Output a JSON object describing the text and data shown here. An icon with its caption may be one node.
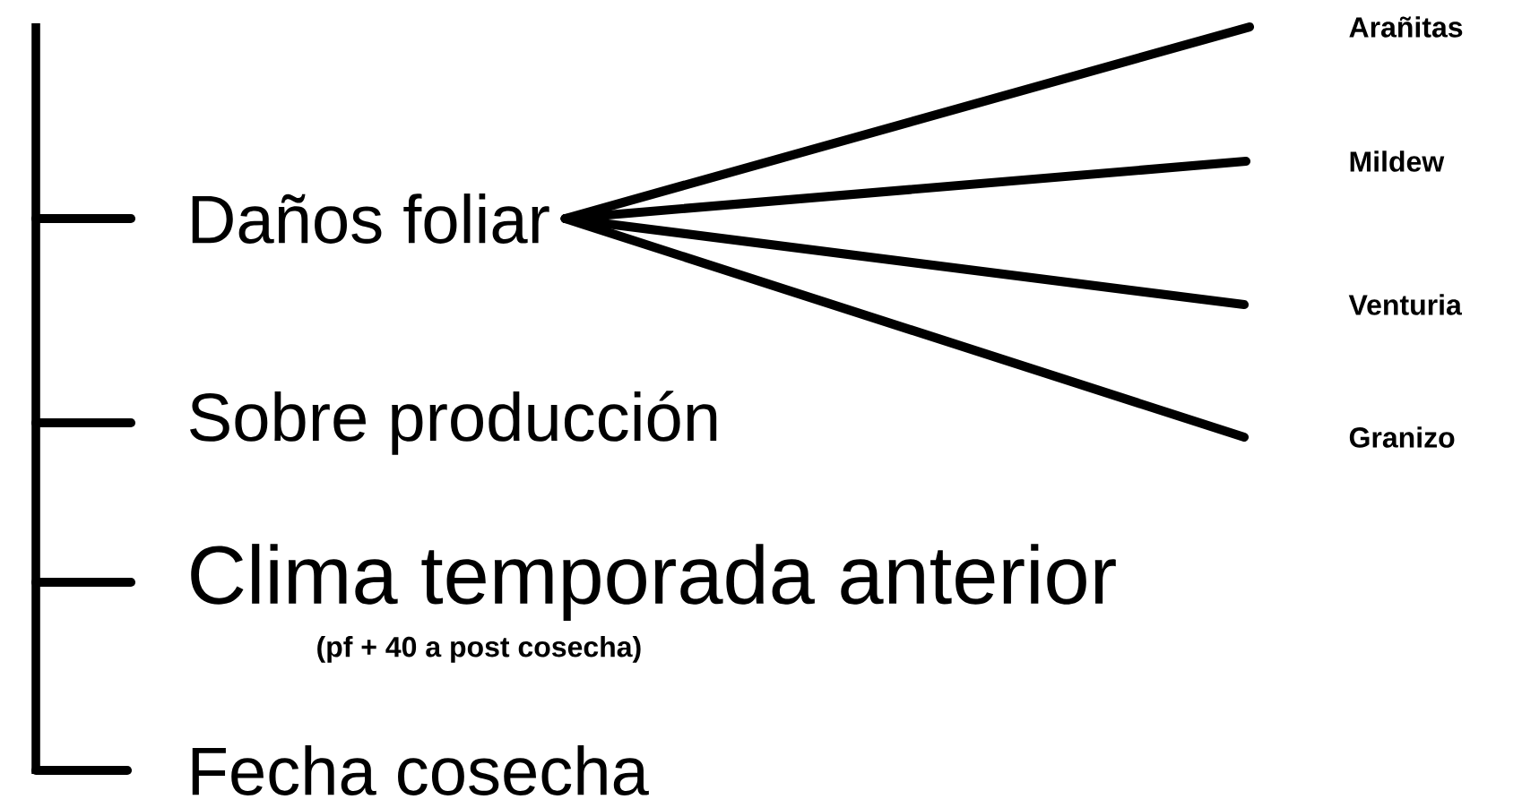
{
  "diagram": {
    "nodes": [
      {
        "text": [],
        "shape": "bar"
      },
      {
        "text": [
          "Daños foliar"
        ]
      },
      {
        "text": [
          "Sobre producción"
        ]
      },
      {
        "text": [
          "Clima temporada anterior",
          "(pf + 40 a post cosecha)"
        ]
      },
      {
        "text": [
          "Fecha cosecha"
        ]
      },
      {
        "text": [
          "Arañitas"
        ]
      },
      {
        "text": [
          "Mildew"
        ]
      },
      {
        "text": [
          "Venturia"
        ]
      },
      {
        "text": [
          "Granizo"
        ]
      }
    ],
    "edges": [
      {
        "from": 0,
        "to": 1,
        "arrow": "none"
      },
      {
        "from": 0,
        "to": 2,
        "arrow": "none"
      },
      {
        "from": 0,
        "to": 3,
        "arrow": "none"
      },
      {
        "from": 0,
        "to": 4,
        "arrow": "none"
      },
      {
        "from": 1,
        "to": 5,
        "arrow": "none"
      },
      {
        "from": 1,
        "to": 6,
        "arrow": "none"
      },
      {
        "from": 1,
        "to": 7,
        "arrow": "none"
      },
      {
        "from": 1,
        "to": 8,
        "arrow": "none"
      }
    ]
  }
}
